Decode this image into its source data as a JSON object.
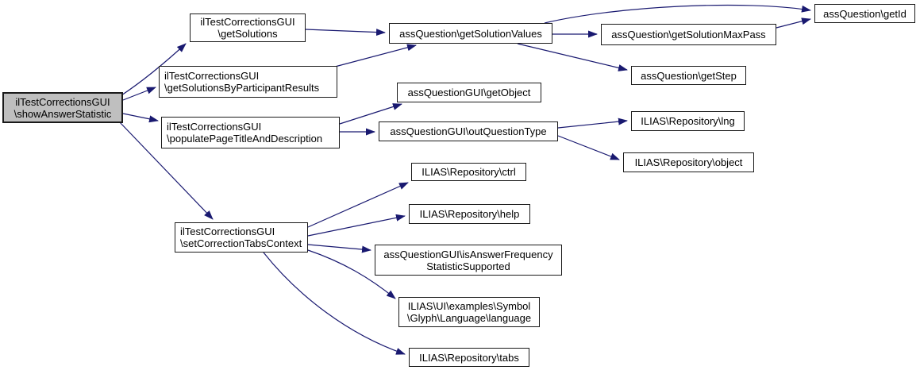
{
  "diagram": {
    "type": "call-graph",
    "root_function": "ilTestCorrectionsGUI\\showAnswerStatistic",
    "colors": {
      "background": "#ffffff",
      "edge": "#191970",
      "node_border": "#1a1a1a",
      "node_fill": "#ffffff",
      "root_node_fill": "#bfbfbf",
      "text": "#000000"
    },
    "nodes": [
      {
        "id": "showAnswerStatistic",
        "lines": [
          "ilTestCorrectionsGUI",
          "\\showAnswerStatistic"
        ],
        "root": true
      },
      {
        "id": "getSolutions",
        "lines": [
          "ilTestCorrectionsGUI",
          "\\getSolutions"
        ]
      },
      {
        "id": "getSolutionsByParticipantResults",
        "lines": [
          "ilTestCorrectionsGUI",
          "\\getSolutionsByParticipantResults"
        ]
      },
      {
        "id": "populatePageTitleAndDescription",
        "lines": [
          "ilTestCorrectionsGUI",
          "\\populatePageTitleAndDescription"
        ]
      },
      {
        "id": "setCorrectionTabsContext",
        "lines": [
          "ilTestCorrectionsGUI",
          "\\setCorrectionTabsContext"
        ]
      },
      {
        "id": "getSolutionValues",
        "lines": [
          "assQuestion\\getSolutionValues"
        ]
      },
      {
        "id": "getSolutionMaxPass",
        "lines": [
          "assQuestion\\getSolutionMaxPass"
        ]
      },
      {
        "id": "getId",
        "lines": [
          "assQuestion\\getId"
        ]
      },
      {
        "id": "getStep",
        "lines": [
          "assQuestion\\getStep"
        ]
      },
      {
        "id": "getObject",
        "lines": [
          "assQuestionGUI\\getObject"
        ]
      },
      {
        "id": "outQuestionType",
        "lines": [
          "assQuestionGUI\\outQuestionType"
        ]
      },
      {
        "id": "lng",
        "lines": [
          "ILIAS\\Repository\\lng"
        ]
      },
      {
        "id": "object",
        "lines": [
          "ILIAS\\Repository\\object"
        ]
      },
      {
        "id": "ctrl",
        "lines": [
          "ILIAS\\Repository\\ctrl"
        ]
      },
      {
        "id": "help",
        "lines": [
          "ILIAS\\Repository\\help"
        ]
      },
      {
        "id": "isAnswerFrequencyStatisticSupported",
        "lines": [
          "assQuestionGUI\\isAnswerFrequency",
          "StatisticSupported"
        ]
      },
      {
        "id": "language",
        "lines": [
          "ILIAS\\UI\\examples\\Symbol",
          "\\Glyph\\Language\\language"
        ]
      },
      {
        "id": "tabs",
        "lines": [
          "ILIAS\\Repository\\tabs"
        ]
      }
    ],
    "edges": [
      {
        "from": "showAnswerStatistic",
        "to": "getSolutions"
      },
      {
        "from": "showAnswerStatistic",
        "to": "getSolutionsByParticipantResults"
      },
      {
        "from": "showAnswerStatistic",
        "to": "populatePageTitleAndDescription"
      },
      {
        "from": "showAnswerStatistic",
        "to": "setCorrectionTabsContext"
      },
      {
        "from": "getSolutions",
        "to": "getSolutionValues"
      },
      {
        "from": "getSolutionsByParticipantResults",
        "to": "getSolutionValues"
      },
      {
        "from": "getSolutionValues",
        "to": "getId"
      },
      {
        "from": "getSolutionValues",
        "to": "getSolutionMaxPass"
      },
      {
        "from": "getSolutionValues",
        "to": "getStep"
      },
      {
        "from": "getSolutionMaxPass",
        "to": "getId"
      },
      {
        "from": "populatePageTitleAndDescription",
        "to": "getObject"
      },
      {
        "from": "populatePageTitleAndDescription",
        "to": "outQuestionType"
      },
      {
        "from": "outQuestionType",
        "to": "lng"
      },
      {
        "from": "outQuestionType",
        "to": "object"
      },
      {
        "from": "setCorrectionTabsContext",
        "to": "ctrl"
      },
      {
        "from": "setCorrectionTabsContext",
        "to": "help"
      },
      {
        "from": "setCorrectionTabsContext",
        "to": "isAnswerFrequencyStatisticSupported"
      },
      {
        "from": "setCorrectionTabsContext",
        "to": "language"
      },
      {
        "from": "setCorrectionTabsContext",
        "to": "tabs"
      }
    ]
  }
}
